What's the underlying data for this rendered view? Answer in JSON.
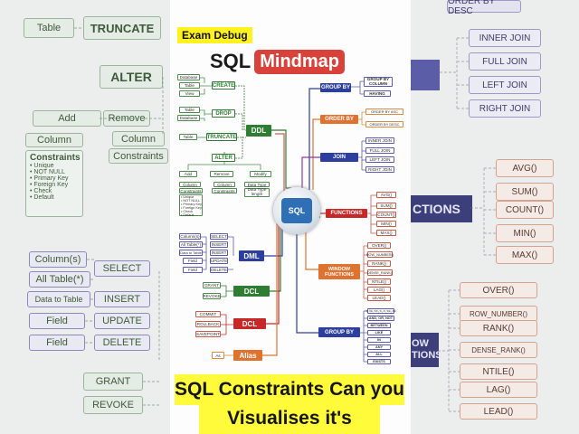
{
  "badge": "Exam Debug",
  "title": {
    "sql": "SQL",
    "mindmap": "Mindmap"
  },
  "hub_label": "SQL",
  "caption": {
    "line1": "SQL Constraints Can you",
    "line2": "Visualises it's"
  },
  "colors": {
    "green": "#2e7d32",
    "blue": "#2c3e9e",
    "orange": "#e0722f",
    "red": "#c62828",
    "purple": "#8e3a9e",
    "yellow": "#fffb3a"
  },
  "background_left": {
    "table": "Table",
    "truncate": "TRUNCATE",
    "alter": "ALTER",
    "add": "Add",
    "remove": "Remove",
    "column": "Column",
    "column2": "Column",
    "constraints2": "Constraints",
    "constraints_head": "Constraints",
    "constraints": [
      "• Unique",
      "• NOT NULL",
      "• Primary Key",
      "• Foreign Key",
      "• Check",
      "• Default"
    ],
    "dml": [
      "Column(s)",
      "All Table(*)",
      "Data to Table",
      "Field",
      "Field"
    ],
    "dml_ops": [
      "SELECT",
      "INSERT",
      "UPDATE",
      "DELETE"
    ],
    "grant": "GRANT",
    "revoke": "REVOKE"
  },
  "background_right": {
    "order_by_desc": "ORDER BY DESC",
    "joins": [
      "INNER JOIN",
      "FULL JOIN",
      "LEFT JOIN",
      "RIGHT JOIN"
    ],
    "functions_band": "CTIONS",
    "aggs": [
      "AVG()",
      "SUM()",
      "COUNT()",
      "MIN()",
      "MAX()"
    ],
    "window_band": [
      "OW",
      "TIONS"
    ],
    "window": [
      "OVER()",
      "ROW_NUMBER()",
      "RANK()",
      "DENSE_RANK()",
      "NTILE()",
      "LAG()",
      "LEAD()"
    ]
  },
  "ddl": {
    "head": "DDL",
    "create": {
      "label": "CREATE",
      "items": [
        "Database",
        "Table",
        "View"
      ]
    },
    "drop": {
      "label": "DROP",
      "items": [
        "Table",
        "Database"
      ]
    },
    "truncate": {
      "label": "TRUNCATE",
      "items": [
        "Table"
      ]
    },
    "alter": {
      "label": "ALTER",
      "add": "Add",
      "remove": "Remove",
      "modify": "Modify",
      "add_items": [
        "Column",
        "Constraints"
      ],
      "remove_items": [
        "Column",
        "Constraints"
      ],
      "modify_items": [
        "Data Type",
        "Data Type length"
      ],
      "constraints": [
        "• Unique",
        "• NOT NULL",
        "• Primary Key",
        "• Foreign Key",
        "• Check",
        "• Default"
      ]
    }
  },
  "dml": {
    "head": "DML",
    "left": [
      "Column(s)",
      "All Table(*)",
      "Data to Table",
      "Field",
      "Field"
    ],
    "ops": [
      "SELECT",
      "INSERT",
      "INSERT",
      "UPDATE",
      "DELETE"
    ]
  },
  "dcl_green": {
    "head": "DCL",
    "items": [
      "GRANT",
      "REVOKE"
    ]
  },
  "dcl_red": {
    "head": "DCL",
    "items": [
      "COMMIT",
      "ROLLBACK",
      "SAVEPOINT"
    ]
  },
  "alias": {
    "head": "Alias",
    "items": [
      "As"
    ]
  },
  "group_by": {
    "head": "GROUP BY",
    "items": [
      "GROUP BY COLUMN",
      "HAVING"
    ]
  },
  "order_by": {
    "head": "ORDER BY",
    "items": [
      "ORDER BY ASC",
      "ORDER BY DESC"
    ]
  },
  "join": {
    "head": "JOIN",
    "items": [
      "INNER JOIN",
      "FULL JOIN",
      "LEFT JOIN",
      "RIGHT JOIN"
    ]
  },
  "functions": {
    "head": "FUNCTIONS",
    "items": [
      "AVG()",
      "SUM()",
      "COUNT()",
      "MIN()",
      "MAX()"
    ]
  },
  "window_functions": {
    "head": "WINDOW FUNCTIONS",
    "items": [
      "OVER()",
      "ROW_NUMBER()",
      "RANK()",
      "DENSE_RANK()",
      "NTILE()",
      "LAG()",
      "LEAD()"
    ]
  },
  "group_by2": {
    "head": "GROUP BY",
    "items": [
      "=, !=, <>, <, >, <=, >=",
      "AND, OR, NOT",
      "BETWEEN",
      "LIKE",
      "IN",
      "ANY",
      "ALL",
      "EXISTS"
    ]
  }
}
